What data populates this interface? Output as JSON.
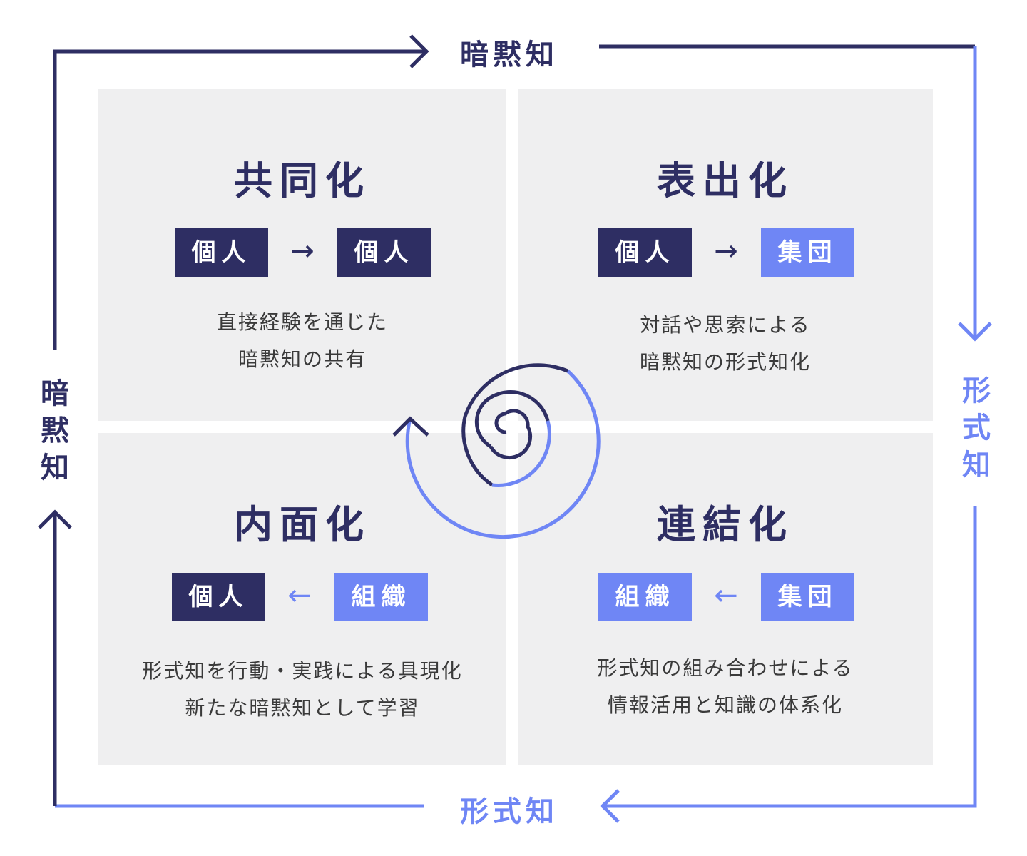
{
  "edges": {
    "top": "暗黙知",
    "bottom": "形式知",
    "left": [
      "暗",
      "黙",
      "知"
    ],
    "right": [
      "形",
      "式",
      "知"
    ]
  },
  "quadrants": {
    "socialization": {
      "title": "共同化",
      "from": "個人",
      "to": "個人",
      "arrow": "→",
      "desc": [
        "直接経験を通じた",
        "暗黙知の共有"
      ]
    },
    "externalization": {
      "title": "表出化",
      "from": "個人",
      "to": "集団",
      "arrow": "→",
      "desc": [
        "対話や思索による",
        "暗黙知の形式知化"
      ]
    },
    "internalization": {
      "title": "内面化",
      "left": "個人",
      "right": "組織",
      "arrow": "←",
      "desc": [
        "形式知を行動・実践による具現化",
        "新たな暗黙知として学習"
      ]
    },
    "combination": {
      "title": "連結化",
      "left": "組織",
      "right": "集団",
      "arrow": "←",
      "desc": [
        "形式知の組み合わせによる",
        "情報活用と知識の体系化"
      ]
    }
  },
  "colors": {
    "dark": "#2e2e63",
    "light": "#6f86f5",
    "panel": "#efeff0"
  }
}
